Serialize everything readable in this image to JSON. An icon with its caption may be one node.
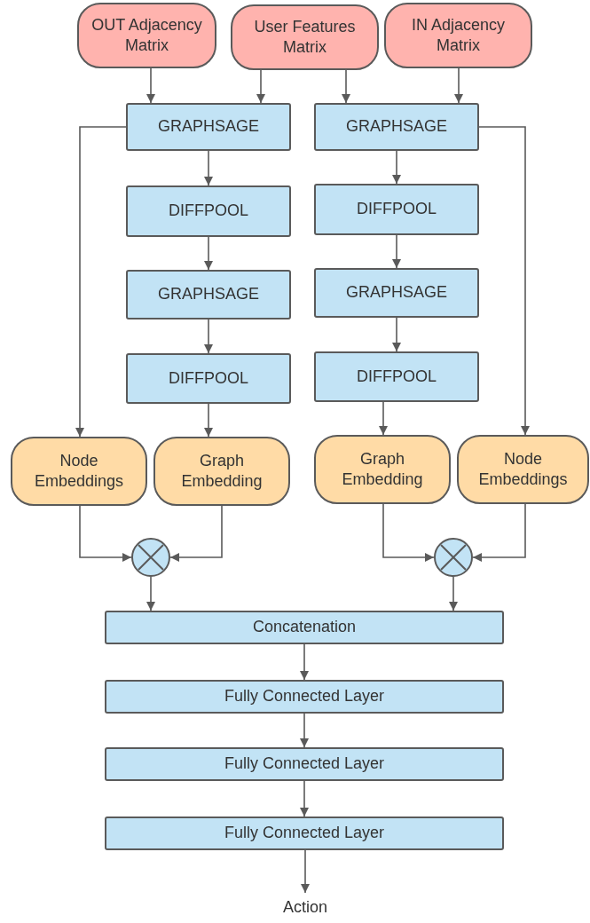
{
  "diagram": {
    "nodes": [
      {
        "text": [
          "OUT Adjacency Matrix"
        ]
      },
      {
        "text": [
          "User Features Matrix"
        ]
      },
      {
        "text": [
          "IN Adjacency Matrix"
        ]
      },
      {
        "text": [
          "GRAPHSAGE"
        ]
      },
      {
        "text": [
          "DIFFPOOL"
        ]
      },
      {
        "text": [
          "GRAPHSAGE"
        ]
      },
      {
        "text": [
          "DIFFPOOL"
        ]
      },
      {
        "text": [
          "GRAPHSAGE"
        ]
      },
      {
        "text": [
          "DIFFPOOL"
        ]
      },
      {
        "text": [
          "GRAPHSAGE"
        ]
      },
      {
        "text": [
          "DIFFPOOL"
        ]
      },
      {
        "text": [
          "Node Embeddings"
        ]
      },
      {
        "text": [
          "Graph Embedding"
        ]
      },
      {
        "text": [
          "Graph Embedding"
        ]
      },
      {
        "text": [
          "Node Embeddings"
        ]
      },
      {
        "text": [],
        "shape": "circle"
      },
      {
        "text": [],
        "shape": "circle"
      },
      {
        "text": [
          "Concatenation"
        ]
      },
      {
        "text": [
          "Fully Connected Layer"
        ]
      },
      {
        "text": [
          "Fully Connected Layer"
        ]
      },
      {
        "text": [
          "Fully Connected Layer"
        ]
      },
      {
        "text": [
          "Action"
        ]
      }
    ],
    "edges": [
      {
        "from": 0,
        "to": 3,
        "arrow": "to"
      },
      {
        "from": 1,
        "to": 3,
        "arrow": "to"
      },
      {
        "from": 1,
        "to": 7,
        "arrow": "to"
      },
      {
        "from": 2,
        "to": 7,
        "arrow": "to"
      },
      {
        "from": 3,
        "to": 4,
        "arrow": "to"
      },
      {
        "from": 4,
        "to": 5,
        "arrow": "to"
      },
      {
        "from": 5,
        "to": 6,
        "arrow": "to"
      },
      {
        "from": 6,
        "to": 12,
        "arrow": "to"
      },
      {
        "from": 7,
        "to": 8,
        "arrow": "to"
      },
      {
        "from": 8,
        "to": 9,
        "arrow": "to"
      },
      {
        "from": 9,
        "to": 10,
        "arrow": "to"
      },
      {
        "from": 10,
        "to": 13,
        "arrow": "to"
      },
      {
        "from": 3,
        "to": 11,
        "arrow": "to"
      },
      {
        "from": 7,
        "to": 14,
        "arrow": "to"
      },
      {
        "from": 11,
        "to": 15,
        "arrow": "to"
      },
      {
        "from": 12,
        "to": 15,
        "arrow": "to"
      },
      {
        "from": 13,
        "to": 16,
        "arrow": "to"
      },
      {
        "from": 14,
        "to": 16,
        "arrow": "to"
      },
      {
        "from": 15,
        "to": 17,
        "arrow": "to"
      },
      {
        "from": 16,
        "to": 17,
        "arrow": "to"
      },
      {
        "from": 17,
        "to": 18,
        "arrow": "to"
      },
      {
        "from": 18,
        "to": 19,
        "arrow": "to"
      },
      {
        "from": 19,
        "to": 20,
        "arrow": "to"
      },
      {
        "from": 20,
        "to": 21,
        "arrow": "to"
      }
    ]
  }
}
